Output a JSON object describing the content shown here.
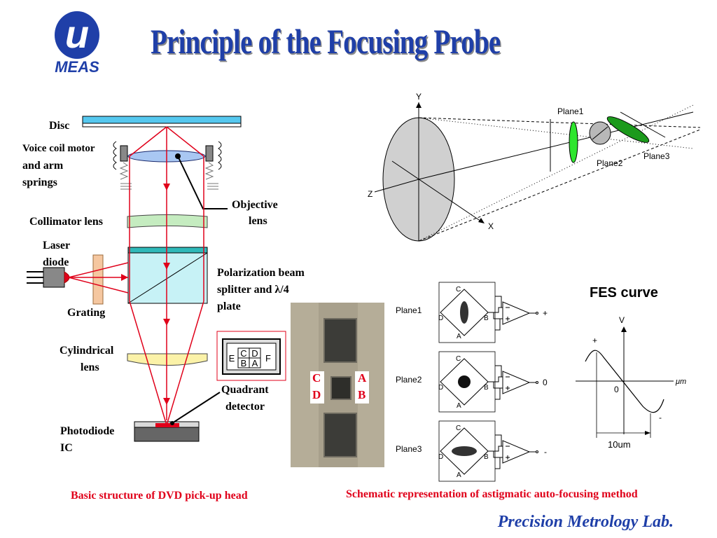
{
  "logo": {
    "glyph": "u",
    "text": "MEAS"
  },
  "title": "Principle of the Focusing Probe",
  "left_diagram": {
    "labels": {
      "disc": "Disc",
      "voice_coil": "Voice coil motor",
      "arm_springs_1": "and arm",
      "arm_springs_2": "springs",
      "objective_1": "Objective",
      "objective_2": "lens",
      "collimator": "Collimator lens",
      "laser_1": "Laser",
      "laser_2": "diode",
      "pbs_1": "Polarization beam",
      "pbs_2": "splitter and λ/4",
      "pbs_3": "plate",
      "grating": "Grating",
      "cyl_1": "Cylindrical",
      "cyl_2": "lens",
      "quad_1": "Quadrant",
      "quad_2": "detector",
      "photo_1": "Photodiode",
      "photo_2": "IC"
    },
    "detector_cells": [
      "C",
      "D",
      "B",
      "A",
      "E",
      "F"
    ],
    "caption": "Basic structure of DVD pick-up head"
  },
  "photo": {
    "left_1": "C",
    "left_2": "D",
    "right_1": "A",
    "right_2": "B"
  },
  "astigmatism": {
    "axis_y": "Y",
    "axis_z": "Z",
    "axis_x": "X",
    "plane1": "Plane1",
    "plane2": "Plane2",
    "plane3": "Plane3"
  },
  "bridges": [
    {
      "plane": "Plane1",
      "output": "+",
      "spot": "vertical",
      "c": "C",
      "d": "D",
      "b": "B",
      "a": "A"
    },
    {
      "plane": "Plane2",
      "output": "0",
      "spot": "circle",
      "c": "C",
      "d": "D",
      "b": "B",
      "a": "A"
    },
    {
      "plane": "Plane3",
      "output": "-",
      "spot": "horizontal",
      "c": "C",
      "d": "D",
      "b": "B",
      "a": "A"
    }
  ],
  "fes": {
    "title": "FES curve",
    "ylabel": "V",
    "xlabel": "μm",
    "origin": "0",
    "plus": "+",
    "minus": "-",
    "scale": "10um"
  },
  "caption_right": "Schematic representation of astigmatic auto-focusing method",
  "lab": "Precision Metrology Lab.",
  "colors": {
    "title": "#1f3fa8",
    "caption": "#e0001a",
    "beam": "#e0001a",
    "green_lens": "#22cc22"
  }
}
